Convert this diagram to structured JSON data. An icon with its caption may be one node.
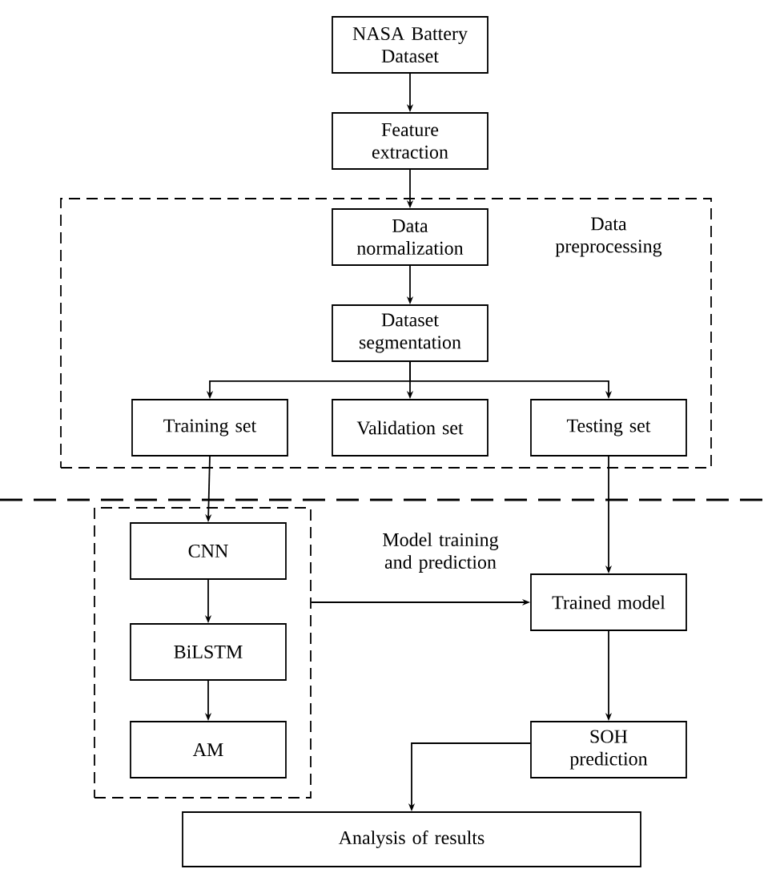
{
  "diagram": {
    "nodes": [
      {
        "text": [
          "NASA Battery Dataset"
        ]
      },
      {
        "text": [
          "Feature extraction"
        ]
      },
      {
        "text": [
          "Data preprocessing"
        ]
      },
      {
        "text": [
          "Data normalization"
        ],
        "in": 2
      },
      {
        "text": [
          "Dataset segmentation"
        ],
        "in": 2
      },
      {
        "text": [
          "Training set"
        ],
        "in": 2
      },
      {
        "text": [
          "Validation set"
        ],
        "in": 2
      },
      {
        "text": [
          "Testing set"
        ],
        "in": 2
      },
      {
        "text": [],
        "shape": "box"
      },
      {
        "text": [
          "CNN"
        ],
        "in": 8
      },
      {
        "text": [
          "BiLSTM"
        ],
        "in": 8
      },
      {
        "text": [
          "AM"
        ],
        "in": 8
      },
      {
        "text": [
          "Trained model"
        ]
      },
      {
        "text": [
          "SOH prediction"
        ]
      },
      {
        "text": [
          "Analysis of results"
        ]
      }
    ],
    "edges": [
      {
        "from": 0,
        "to": 1,
        "arrow": "to"
      },
      {
        "from": 1,
        "to": 3,
        "arrow": "to"
      },
      {
        "from": 3,
        "to": 4,
        "arrow": "to"
      },
      {
        "from": 4,
        "to": 5,
        "arrow": "to"
      },
      {
        "from": 4,
        "to": 6,
        "arrow": "to"
      },
      {
        "from": 4,
        "to": 7,
        "arrow": "to"
      },
      {
        "from": 5,
        "to": 9,
        "arrow": "to"
      },
      {
        "from": 9,
        "to": 10,
        "arrow": "to"
      },
      {
        "from": 10,
        "to": 11,
        "arrow": "to"
      },
      {
        "from": 8,
        "to": 12,
        "arrow": "to"
      },
      {
        "from": 7,
        "to": 12,
        "arrow": "to"
      },
      {
        "from": 12,
        "to": 13,
        "arrow": "to"
      },
      {
        "from": 13,
        "to": 14,
        "arrow": "to"
      }
    ],
    "labels": [
      "Model training and prediction"
    ]
  }
}
